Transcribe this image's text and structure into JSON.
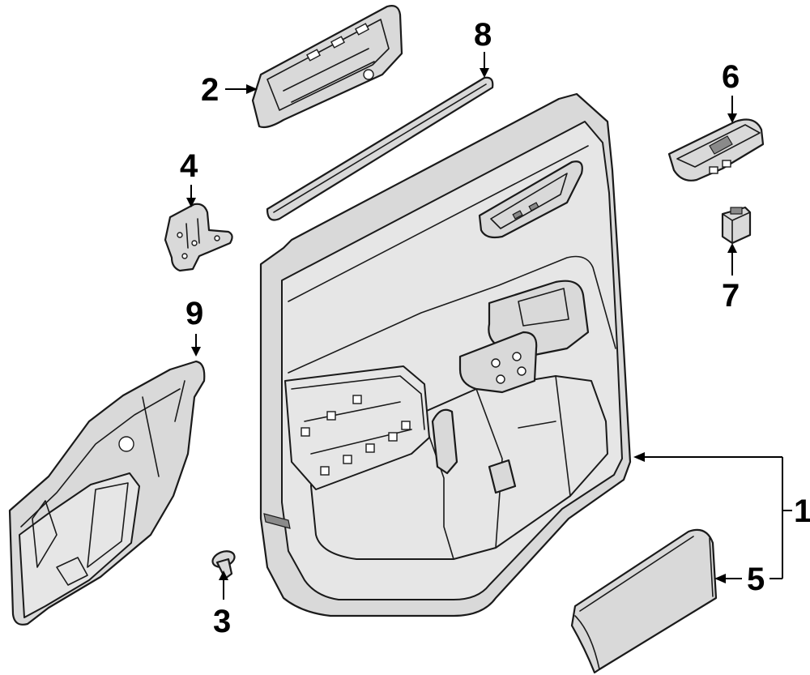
{
  "callouts": [
    {
      "id": "1",
      "label": "1"
    },
    {
      "id": "2",
      "label": "2"
    },
    {
      "id": "3",
      "label": "3"
    },
    {
      "id": "4",
      "label": "4"
    },
    {
      "id": "5",
      "label": "5"
    },
    {
      "id": "6",
      "label": "6"
    },
    {
      "id": "7",
      "label": "7"
    },
    {
      "id": "8",
      "label": "8"
    },
    {
      "id": "9",
      "label": "9"
    }
  ],
  "colors": {
    "line": "#1a1a1a",
    "part_fill": "#d9d9d9",
    "background": "#ffffff"
  }
}
